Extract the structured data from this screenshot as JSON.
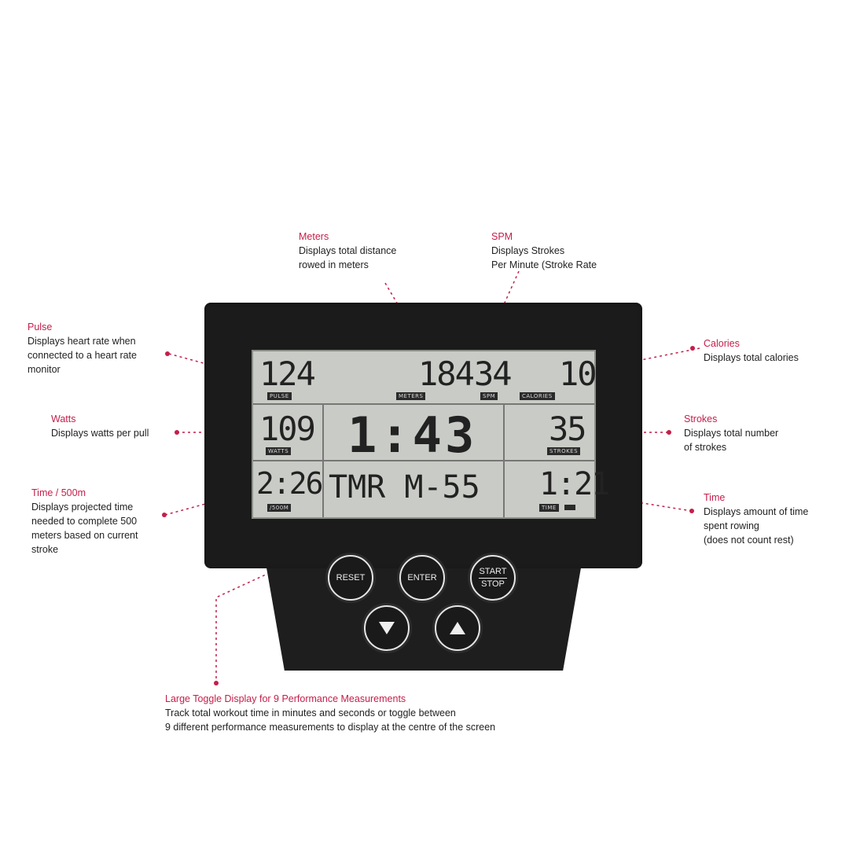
{
  "callouts": {
    "meters": {
      "title": "Meters",
      "desc": "Displays total distance\nrowed in meters"
    },
    "spm": {
      "title": "SPM",
      "desc": "Displays Strokes\nPer Minute (Stroke Rate"
    },
    "pulse": {
      "title": "Pulse",
      "desc": "Displays heart rate when\nconnected to a heart rate\nmonitor"
    },
    "calories": {
      "title": "Calories",
      "desc": "Displays total calories"
    },
    "watts": {
      "title": "Watts",
      "desc": "Displays watts per pull"
    },
    "strokes": {
      "title": "Strokes",
      "desc": "Displays total number\nof strokes"
    },
    "time500": {
      "title": "Time / 500m",
      "desc": "Displays projected time\nneeded to complete 500\nmeters based on current\nstroke"
    },
    "time": {
      "title": "Time",
      "desc": "Displays amount of time\nspent rowing\n(does not count rest)"
    },
    "toggle": {
      "title": "Large Toggle Display for 9 Performance Measurements",
      "desc": "Track total workout time in minutes and seconds or toggle between\n9 different performance measurements to display at the centre of the screen"
    }
  },
  "lcd": {
    "pulse": {
      "value": "124",
      "tag": "PULSE"
    },
    "meters": {
      "value": "184",
      "tag": "METERS"
    },
    "spm": {
      "value": "34",
      "tag": "SPM"
    },
    "calories": {
      "value": "10",
      "tag": "CALORIES"
    },
    "watts": {
      "value": "109",
      "tag": "WATTS"
    },
    "main": {
      "value": "1:43"
    },
    "strokes": {
      "value": "35",
      "tag": "STROKES"
    },
    "time500": {
      "value": "2:26",
      "tag": "/500M"
    },
    "mode": {
      "value": "TMR M-55"
    },
    "time": {
      "value": "1:21",
      "tag": "TIME"
    }
  },
  "buttons": {
    "reset": "RESET",
    "enter": "ENTER",
    "start": "START",
    "stop": "STOP"
  },
  "colors": {
    "accent": "#c41e4a",
    "console": "#1b1b1b",
    "lcd": "#c9ccc6"
  }
}
